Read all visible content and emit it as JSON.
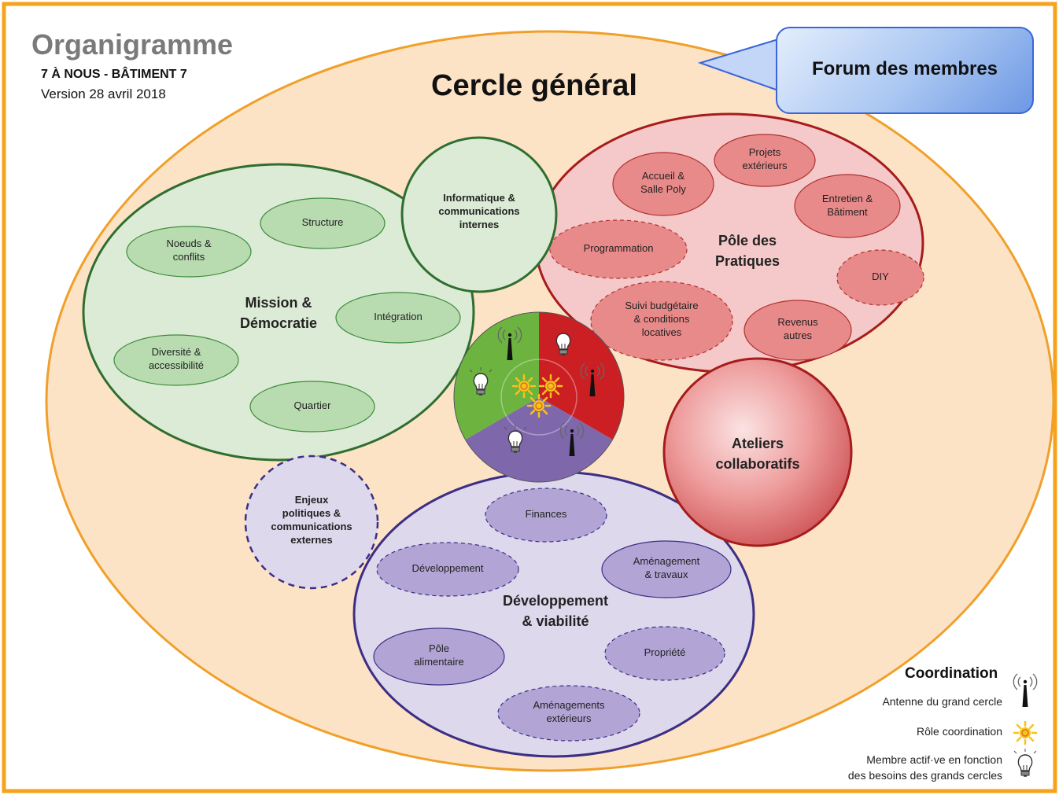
{
  "header": {
    "title": "Organigramme",
    "organization": "7 À NOUS - BÂTIMENT 7",
    "version": "Version 28 avril 2018"
  },
  "main_circle": {
    "label": "Cercle général"
  },
  "forum": {
    "label": "Forum des membres"
  },
  "circles": {
    "mission": {
      "label": [
        "Mission &",
        "Démocratie"
      ],
      "subs": [
        {
          "lines": [
            "Structure"
          ],
          "dashed": false
        },
        {
          "lines": [
            "Noeuds &",
            "conflits"
          ],
          "dashed": false
        },
        {
          "lines": [
            "Intégration"
          ],
          "dashed": false
        },
        {
          "lines": [
            "Diversité &",
            "accessibilité"
          ],
          "dashed": false
        },
        {
          "lines": [
            "Quartier"
          ],
          "dashed": false
        }
      ]
    },
    "informatique": {
      "label": [
        "Informatique &",
        "communications",
        "internes"
      ]
    },
    "pratiques": {
      "label": [
        "Pôle des",
        "Pratiques"
      ],
      "subs": [
        {
          "lines": [
            "Projets",
            "extérieurs"
          ],
          "dashed": false
        },
        {
          "lines": [
            "Accueil &",
            "Salle Poly"
          ],
          "dashed": false
        },
        {
          "lines": [
            "Entretien &",
            "Bâtiment"
          ],
          "dashed": false
        },
        {
          "lines": [
            "Programmation"
          ],
          "dashed": true
        },
        {
          "lines": [
            "DIY"
          ],
          "dashed": true
        },
        {
          "lines": [
            "Suivi budgétaire",
            "& conditions",
            "locatives"
          ],
          "dashed": true
        },
        {
          "lines": [
            "Revenus",
            "autres"
          ],
          "dashed": false
        }
      ]
    },
    "ateliers": {
      "label": [
        "Ateliers",
        "collaboratifs"
      ]
    },
    "enjeux": {
      "label": [
        "Enjeux",
        "politiques &",
        "communications",
        "externes"
      ]
    },
    "developpement": {
      "label": [
        "Développement",
        "& viabilité"
      ],
      "subs": [
        {
          "lines": [
            "Finances"
          ],
          "dashed": true
        },
        {
          "lines": [
            "Développement"
          ],
          "dashed": true
        },
        {
          "lines": [
            "Aménagement",
            "& travaux"
          ],
          "dashed": false
        },
        {
          "lines": [
            "Pôle",
            "alimentaire"
          ],
          "dashed": false
        },
        {
          "lines": [
            "Propriété"
          ],
          "dashed": true
        },
        {
          "lines": [
            "Aménagements",
            "extérieurs"
          ],
          "dashed": true
        }
      ]
    }
  },
  "center_wheel": {
    "segments": [
      {
        "name": "green",
        "color": "#6cb33f"
      },
      {
        "name": "red",
        "color": "#cc1f24"
      },
      {
        "name": "purple",
        "color": "#7e68ab"
      }
    ],
    "icons": [
      "antenna-icon",
      "lightbulb-icon",
      "sun-icon"
    ]
  },
  "legend": {
    "title": "Coordination",
    "items": [
      {
        "lines": [
          "Antenne du grand cercle"
        ],
        "icon": "antenna-icon"
      },
      {
        "lines": [
          "Rôle coordination"
        ],
        "icon": "sun-icon"
      },
      {
        "lines": [
          "Membre actif·ve en fonction",
          "des besoins des  grands cercles"
        ],
        "icon": "lightbulb-icon"
      }
    ]
  },
  "colors": {
    "border": "#f5a31a",
    "main_fill": "#fde3c6",
    "main_stroke": "#f0a02a",
    "green_fill": "#dcebd6",
    "green_stroke": "#2f6e2f",
    "green_sub": "#b8dcb0",
    "pink_fill": "#f5c9c9",
    "red_stroke": "#a61c1c",
    "red_sub": "#e98a8a",
    "purple_fill": "#ddd8ec",
    "purple_stroke": "#3d2e85",
    "purple_sub": "#b2a5d6",
    "forum_stroke": "#3a66d8"
  }
}
